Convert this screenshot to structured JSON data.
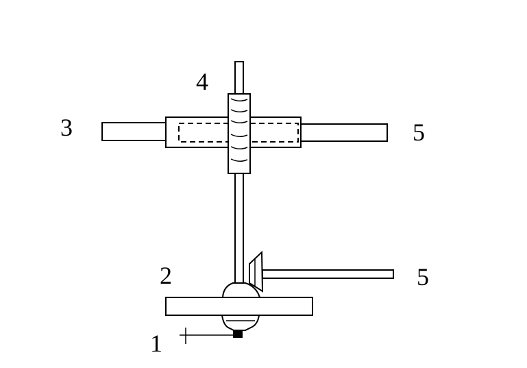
{
  "labels": {
    "part_1": "1",
    "part_2": "2",
    "part_3": "3",
    "part_4": "4",
    "part_5_upper": "5",
    "part_5_lower": "5"
  },
  "colors": {
    "stroke": "#000000",
    "background": "#ffffff"
  }
}
